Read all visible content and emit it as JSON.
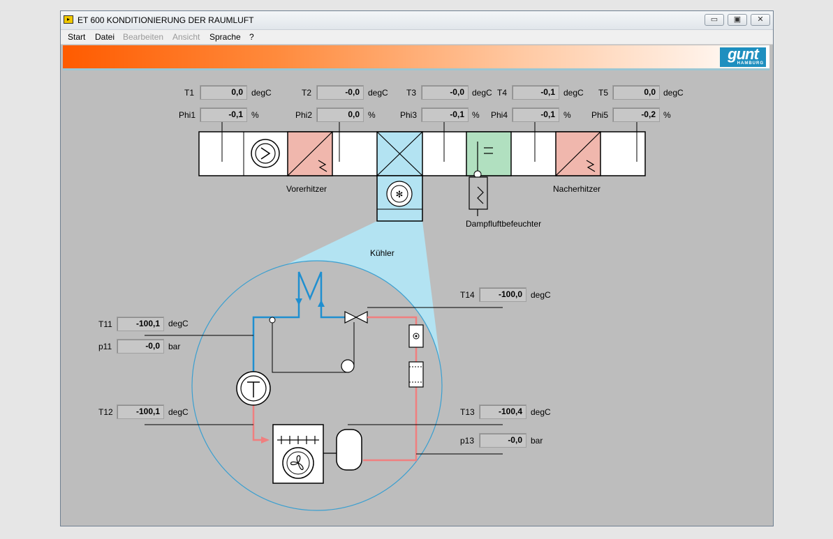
{
  "window": {
    "title": "ET 600 KONDITIONIERUNG DER RAUMLUFT",
    "minimize": "▭",
    "restore": "▣",
    "close": "✕"
  },
  "menu": [
    {
      "label": "Start",
      "enabled": true
    },
    {
      "label": "Datei",
      "enabled": true
    },
    {
      "label": "Bearbeiten",
      "enabled": false
    },
    {
      "label": "Ansicht",
      "enabled": false
    },
    {
      "label": "Sprache",
      "enabled": true
    },
    {
      "label": "?",
      "enabled": true
    }
  ],
  "logo": {
    "text": "gunt",
    "sub": "HAMBURG"
  },
  "colors": {
    "banner_start": "#ff5b00",
    "heater": "#f0b7ad",
    "cooler": "#b3e3f2",
    "humidifier": "#b1e0c0",
    "cold_line": "#1f8fd0",
    "hot_line": "#f07f7f"
  },
  "sensors": {
    "T1": {
      "label": "T1",
      "value": "0,0",
      "unit": "degC"
    },
    "T2": {
      "label": "T2",
      "value": "-0,0",
      "unit": "degC"
    },
    "T3": {
      "label": "T3",
      "value": "-0,0",
      "unit": "degC"
    },
    "T4": {
      "label": "T4",
      "value": "-0,1",
      "unit": "degC"
    },
    "T5": {
      "label": "T5",
      "value": "0,0",
      "unit": "degC"
    },
    "Phi1": {
      "label": "Phi1",
      "value": "-0,1",
      "unit": "%"
    },
    "Phi2": {
      "label": "Phi2",
      "value": "0,0",
      "unit": "%"
    },
    "Phi3": {
      "label": "Phi3",
      "value": "-0,1",
      "unit": "%"
    },
    "Phi4": {
      "label": "Phi4",
      "value": "-0,1",
      "unit": "%"
    },
    "Phi5": {
      "label": "Phi5",
      "value": "-0,2",
      "unit": "%"
    },
    "T11": {
      "label": "T11",
      "value": "-100,1",
      "unit": "degC"
    },
    "p11": {
      "label": "p11",
      "value": "-0,0",
      "unit": "bar"
    },
    "T12": {
      "label": "T12",
      "value": "-100,1",
      "unit": "degC"
    },
    "T13": {
      "label": "T13",
      "value": "-100,4",
      "unit": "degC"
    },
    "T14": {
      "label": "T14",
      "value": "-100,0",
      "unit": "degC"
    },
    "p13": {
      "label": "p13",
      "value": "-0,0",
      "unit": "bar"
    }
  },
  "labels": {
    "preheater": "Vorerhitzer",
    "reheater": "Nacherhitzer",
    "cooler": "Kühler",
    "humidifier": "Dampfluftbefeuchter"
  }
}
